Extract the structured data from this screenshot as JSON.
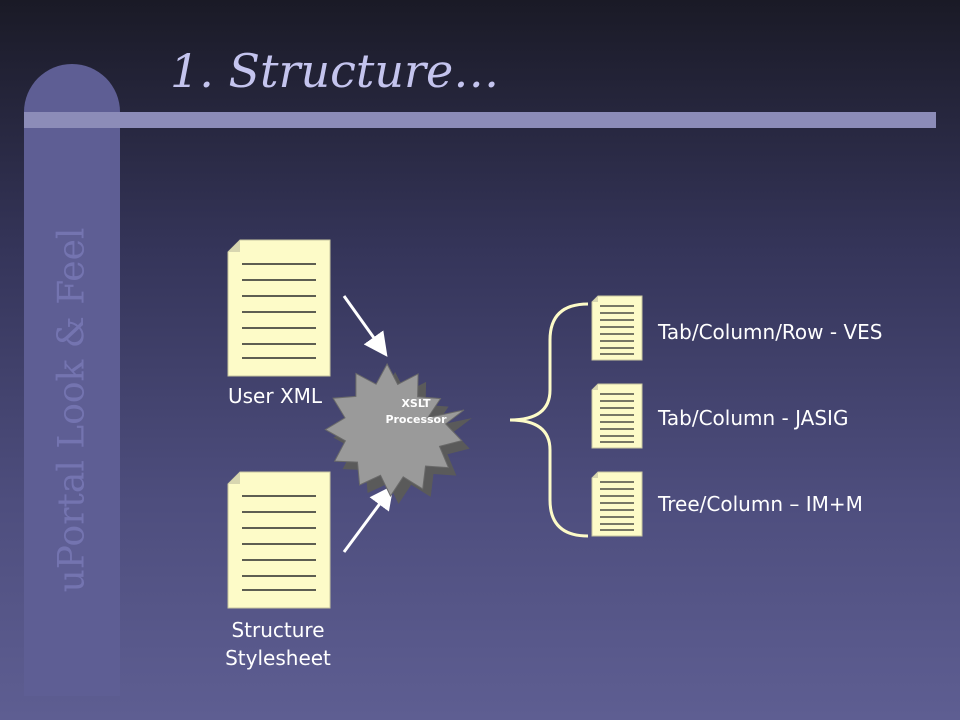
{
  "slide": {
    "title": "1. Structure…",
    "sidebar_text": "uPortal Look & Feel"
  },
  "diagram": {
    "inputs": [
      {
        "label": "User XML"
      },
      {
        "label_line1": "Structure",
        "label_line2": "Stylesheet"
      }
    ],
    "processor": {
      "line1": "XSLT",
      "line2": "Processor"
    },
    "outputs": [
      {
        "label": "Tab/Column/Row - VES"
      },
      {
        "label": "Tab/Column - JASIG"
      },
      {
        "label": "Tree/Column – IM+M"
      }
    ]
  },
  "colors": {
    "document_fill": "#fdfbc8",
    "processor_fill": "#9a9a9a",
    "arrow": "#ffffff"
  }
}
